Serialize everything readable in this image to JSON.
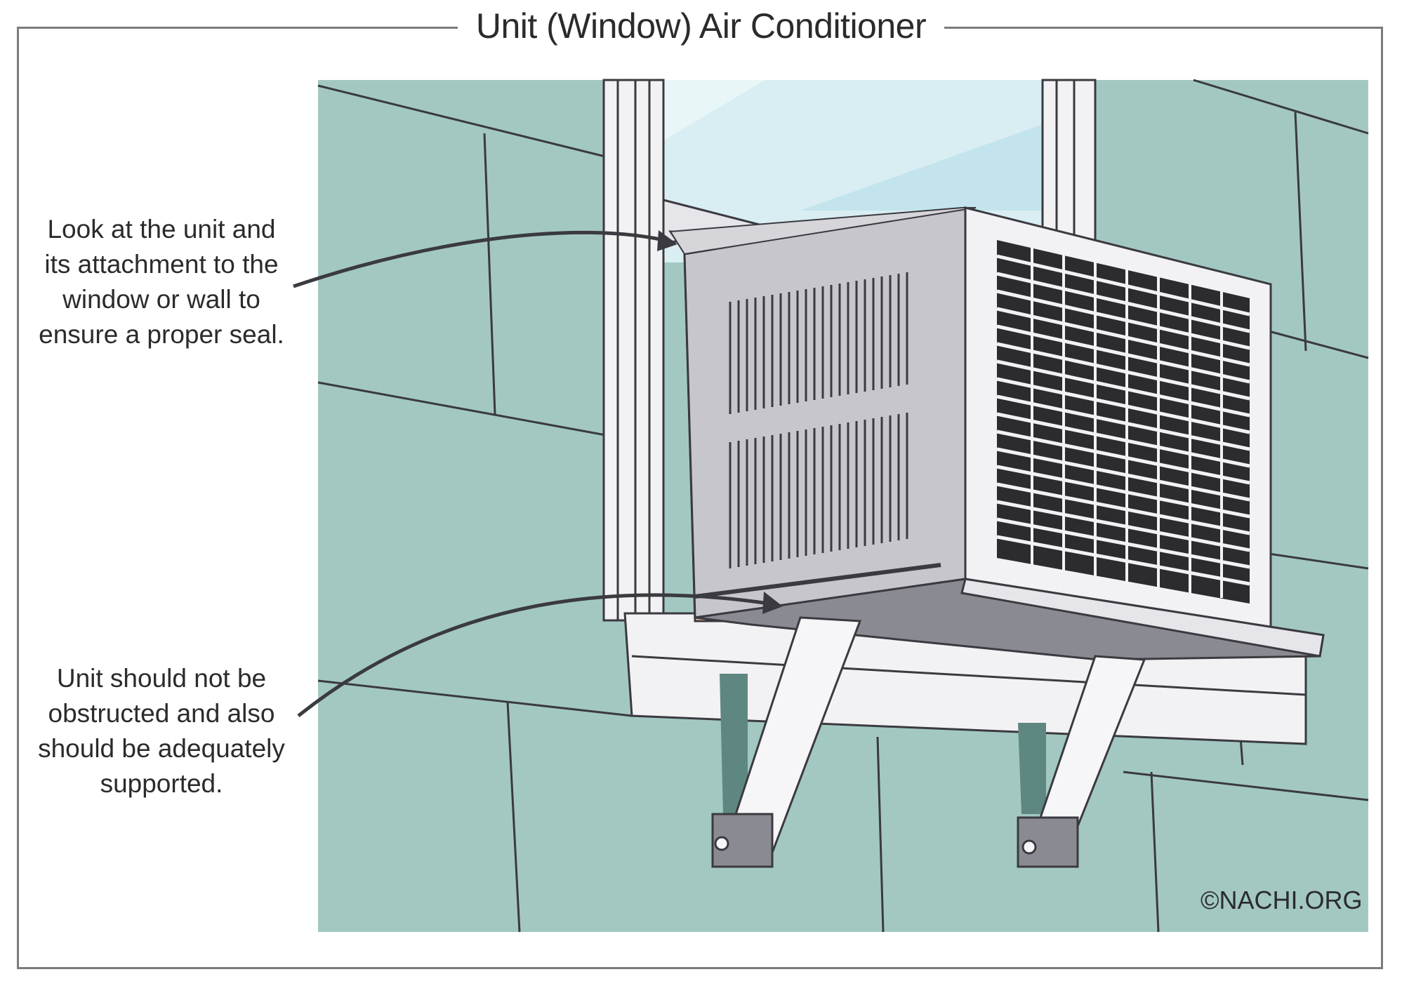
{
  "title": "Unit (Window) Air Conditioner",
  "callouts": {
    "seal": {
      "lines": [
        "Look at the unit and",
        "its attachment to the",
        "window or wall to",
        "ensure a proper seal."
      ]
    },
    "support": {
      "lines": [
        "Unit should not be",
        "obstructed and also",
        "should be adequately",
        "supported."
      ]
    }
  },
  "credit": "©NACHI.ORG",
  "colors": {
    "siding": "#a3c8c2",
    "siding_line": "#3a3a40",
    "window_glass": "#d8eef2",
    "ac_housing": "#c6c6cc",
    "ac_side": "#b4b4ba",
    "ac_front": "#f2f2f4",
    "grille": "#2b2b30",
    "seal_foam": "#f4c89a",
    "bracket": "#f6f6f8",
    "shadow": "#5f8781",
    "outline": "#3a3a40"
  }
}
